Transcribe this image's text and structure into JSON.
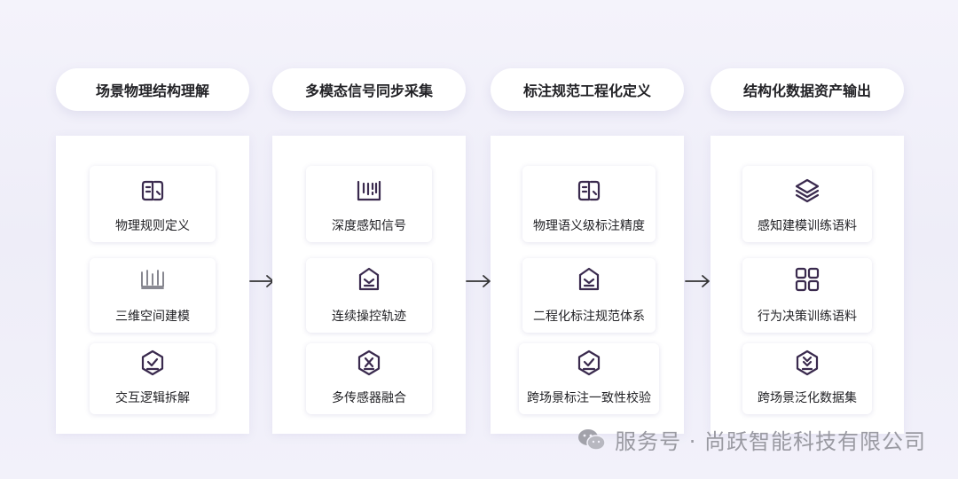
{
  "stages": [
    {
      "title": "场景物理结构理解",
      "items": [
        {
          "label": "物理规则定义",
          "icon": "panel-book-icon"
        },
        {
          "label": "三维空间建模",
          "icon": "book-columns-icon"
        },
        {
          "label": "交互逻辑拆解",
          "icon": "hexagon-check-icon"
        }
      ]
    },
    {
      "title": "多模态信号同步采集",
      "items": [
        {
          "label": "深度感知信号",
          "icon": "barcode-scan-icon"
        },
        {
          "label": "连续操控轨迹",
          "icon": "tray-box-icon"
        },
        {
          "label": "多传感器融合",
          "icon": "hexagon-x-icon"
        }
      ]
    },
    {
      "title": "标注规范工程化定义",
      "items": [
        {
          "label": "物理语义级标注精度",
          "icon": "panel-book-icon"
        },
        {
          "label": "二程化标注规范体系",
          "icon": "tray-box-icon"
        },
        {
          "label": "跨场景标注一致性校验",
          "icon": "hexagon-check-icon"
        }
      ]
    },
    {
      "title": "结构化数据资产输出",
      "items": [
        {
          "label": "感知建模训练语料",
          "icon": "layers-icon"
        },
        {
          "label": "行为决策训练语料",
          "icon": "grid-icon"
        },
        {
          "label": "跨场景泛化数据集",
          "icon": "hexagon-chevrons-icon"
        }
      ]
    }
  ],
  "watermark": {
    "text": "服务号 · 尚跃智能科技有限公司",
    "icon": "chat-bubbles-icon"
  },
  "colors": {
    "icon": "#3a2a4e",
    "accent": "#8a7fd6",
    "arrow": "#333333"
  }
}
